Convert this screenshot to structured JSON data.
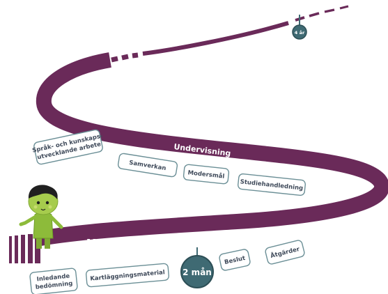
{
  "colors": {
    "road": "#6a2a59",
    "circle": "#3f6a73",
    "box_border": "#6b8f96",
    "box_text": "#3f4a5a",
    "child_skin": "#8dbb3a"
  },
  "road_labels": {
    "mottagande": "Mottagande",
    "undervisning": "Undervisning"
  },
  "milestones": {
    "two_months": "2 mån",
    "four_years": "4 år"
  },
  "boxes": {
    "sprak_line1": "Språk- och kunskaps-",
    "sprak_line2": "utvecklande arbete",
    "samverkan": "Samverkan",
    "modersmal": "Modersmål",
    "studiehandledning": "Studiehandledning",
    "inledande_line1": "Inledande",
    "inledande_line2": "bedömning",
    "kartlaggning": "Kartläggningsmaterial",
    "beslut": "Beslut",
    "atgarder": "Åtgärder"
  },
  "icons": {
    "child": "child-figure-icon"
  }
}
